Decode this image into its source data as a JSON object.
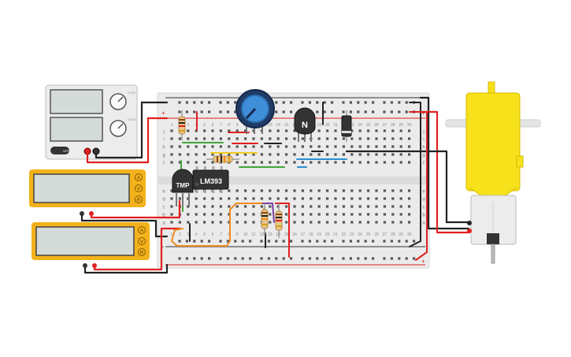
{
  "power_supply": {
    "knob1_label": "CV/I1",
    "knob2_label": "CV/I2",
    "off_label": "OFF"
  },
  "multimeters": [
    {
      "btn_a": "A",
      "btn_v": "V",
      "btn_r": "R"
    },
    {
      "btn_a": "A",
      "btn_v": "V",
      "btn_r": "R"
    }
  ],
  "breadboard": {
    "row_letters_top": [
      "j",
      "i",
      "h",
      "g",
      "f"
    ],
    "row_letters_bottom": [
      "e",
      "d",
      "c",
      "b",
      "a"
    ],
    "column_numbers": [
      "1",
      "2",
      "3",
      "4",
      "5",
      "6",
      "7",
      "8",
      "9",
      "10",
      "11",
      "12",
      "13",
      "14",
      "15",
      "16",
      "17",
      "18",
      "19",
      "20",
      "21",
      "22",
      "23",
      "24",
      "25",
      "26",
      "27",
      "28",
      "29",
      "30"
    ],
    "rail_plus": "+",
    "rail_minus": "-"
  },
  "components": {
    "tmp_sensor_label": "TMP",
    "comparator_label": "LM393",
    "transistor_label": "N"
  },
  "colors": {
    "wire_red": "#e02020",
    "wire_black": "#222222",
    "wire_green": "#43a33a",
    "wire_blue": "#2a8fd4",
    "wire_yellow": "#f2cc21",
    "wire_orange": "#f08a1c",
    "wire_purple": "#7a3fa0",
    "multimeter_body": "#f3b21c",
    "motor_body": "#f7e11a",
    "breadboard": "#ebebeb"
  }
}
